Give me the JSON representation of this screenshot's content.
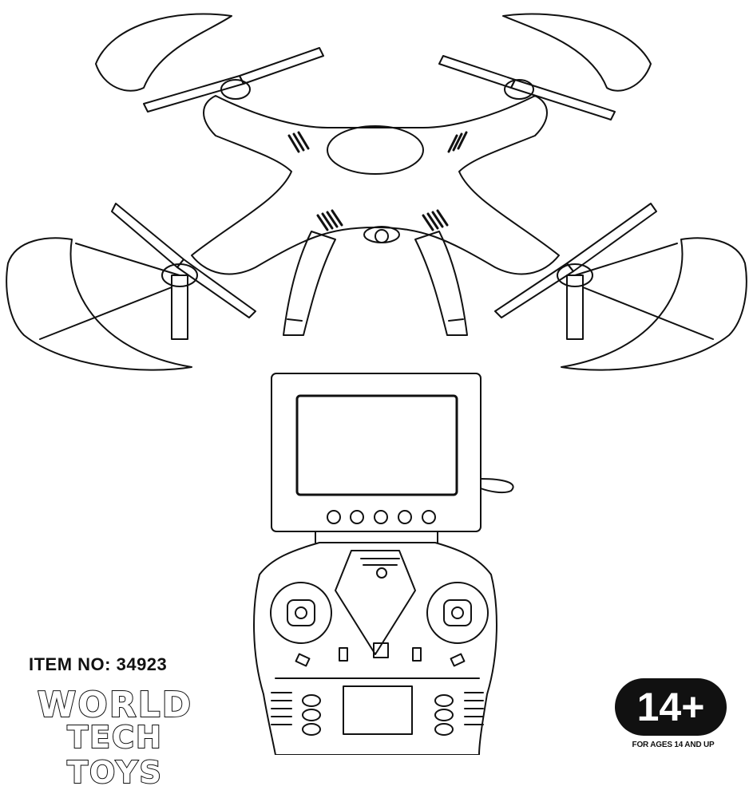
{
  "product": {
    "item_number_label": "ITEM NO: 34923",
    "brand_line1": "WORLD",
    "brand_line2": "TECH TOYS",
    "age_badge": "14+",
    "age_caption": "FOR AGES 14 AND UP"
  },
  "illustration": {
    "subject": "drone-and-controller-line-art",
    "stroke_color": "#111111",
    "background_color": "#ffffff",
    "monitor_button_count": 5
  }
}
